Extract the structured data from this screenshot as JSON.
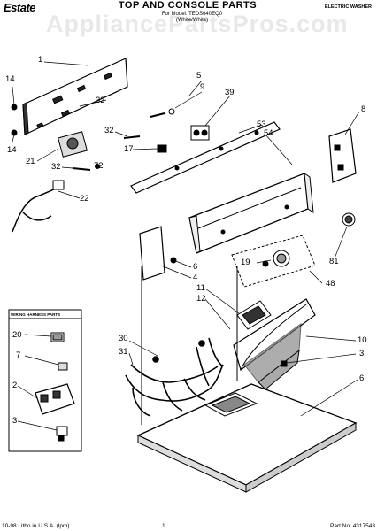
{
  "header": {
    "brand": "Estate",
    "title": "TOP AND CONSOLE PARTS",
    "subtitle_line1": "For Model: TEDS640EQ0",
    "subtitle_line2": "(White/White)",
    "category": "ELECTRIC WASHER"
  },
  "watermark": "AppliancePartsPros.com",
  "wiring_harness_label": "WIRING HARNESS PARTS",
  "callouts": {
    "c1": "1",
    "c14a": "14",
    "c32a": "32",
    "c14b": "14",
    "c5": "5",
    "c9": "9",
    "c39": "39",
    "c53": "53",
    "c54": "54",
    "c8": "8",
    "c32b": "32",
    "c17": "17",
    "c21": "21",
    "c32c": "32",
    "c72": "72",
    "c22": "22",
    "c6": "6",
    "c4": "4",
    "c19": "19",
    "c81": "81",
    "c48": "48",
    "c11": "11",
    "c12": "12",
    "c20": "20",
    "c7": "7",
    "c2": "2",
    "c3a": "3",
    "c30": "30",
    "c31": "31",
    "c10": "10",
    "c3b": "3",
    "c6b": "6"
  },
  "footer": {
    "left": "10-98 Litho in U.S.A. (lpm)",
    "page": "1",
    "part_no": "Part No. 4317543"
  }
}
